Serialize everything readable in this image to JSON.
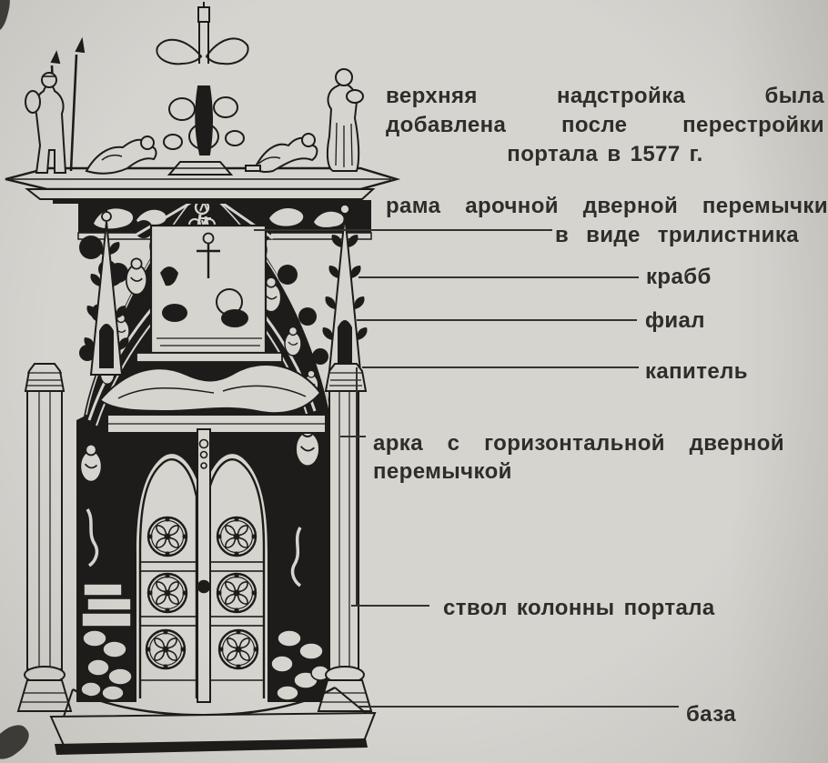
{
  "page": {
    "paper_color": "#d6d4cf",
    "ink_color": "#1d1c1a",
    "text_color": "#2e2d29"
  },
  "note": {
    "lines": [
      "верхняя надстройка была",
      "добавлена после перестройки",
      "портала в 1577 г."
    ]
  },
  "labels": {
    "trefoil_frame_line1": "рама арочной дверной перемычки",
    "trefoil_frame_line2": "в виде трилистника",
    "crocket": "крабб",
    "finial": "фиал",
    "capital": "капитель",
    "arch_line1": "арка с горизонтальной дверной",
    "arch_line2": "перемычкой",
    "column_shaft": "ствол колонны портала",
    "base": "база"
  }
}
